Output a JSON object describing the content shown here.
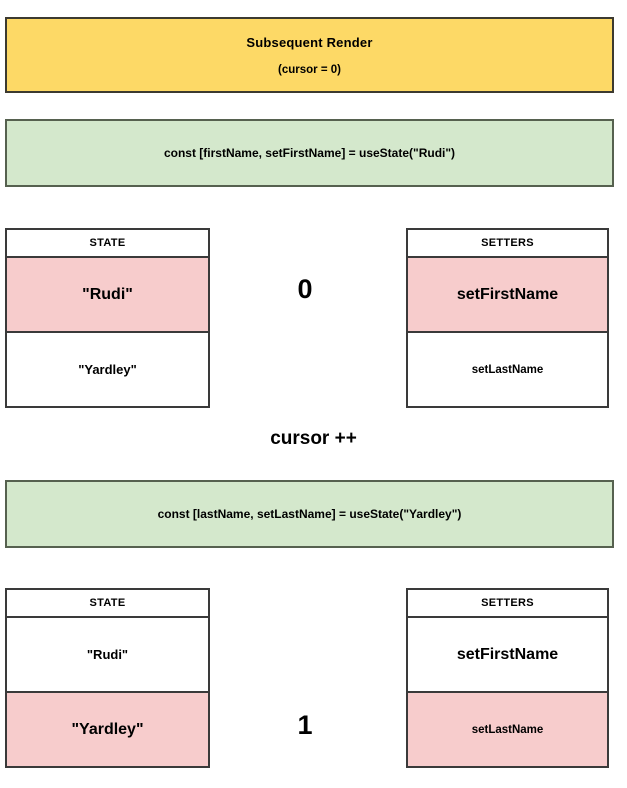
{
  "banner": {
    "title": "Subsequent Render",
    "subtitle": "(cursor = 0)"
  },
  "code_lines": {
    "first": "const [firstName, setFirstName] = useState(\"Rudi\")",
    "second": "const [lastName, setLastName] = useState(\"Yardley\")"
  },
  "cursor_increment_label": "cursor ++",
  "cursor_values": {
    "first": "0",
    "second": "1"
  },
  "tables": {
    "state_header": "STATE",
    "setters_header": "SETTERS",
    "state_rows": [
      "\"Rudi\"",
      "\"Yardley\""
    ],
    "setters_rows": [
      "setFirstName",
      "setLastName"
    ]
  },
  "colors": {
    "banner_fill": "#fdd966",
    "banner_border": "#3c3a30",
    "code_fill": "#d4e8cc",
    "code_border": "#56614f",
    "highlight_fill": "#f7cccc",
    "table_border": "#3a3a3a",
    "text": "#000000",
    "page_background": "#ffffff"
  }
}
